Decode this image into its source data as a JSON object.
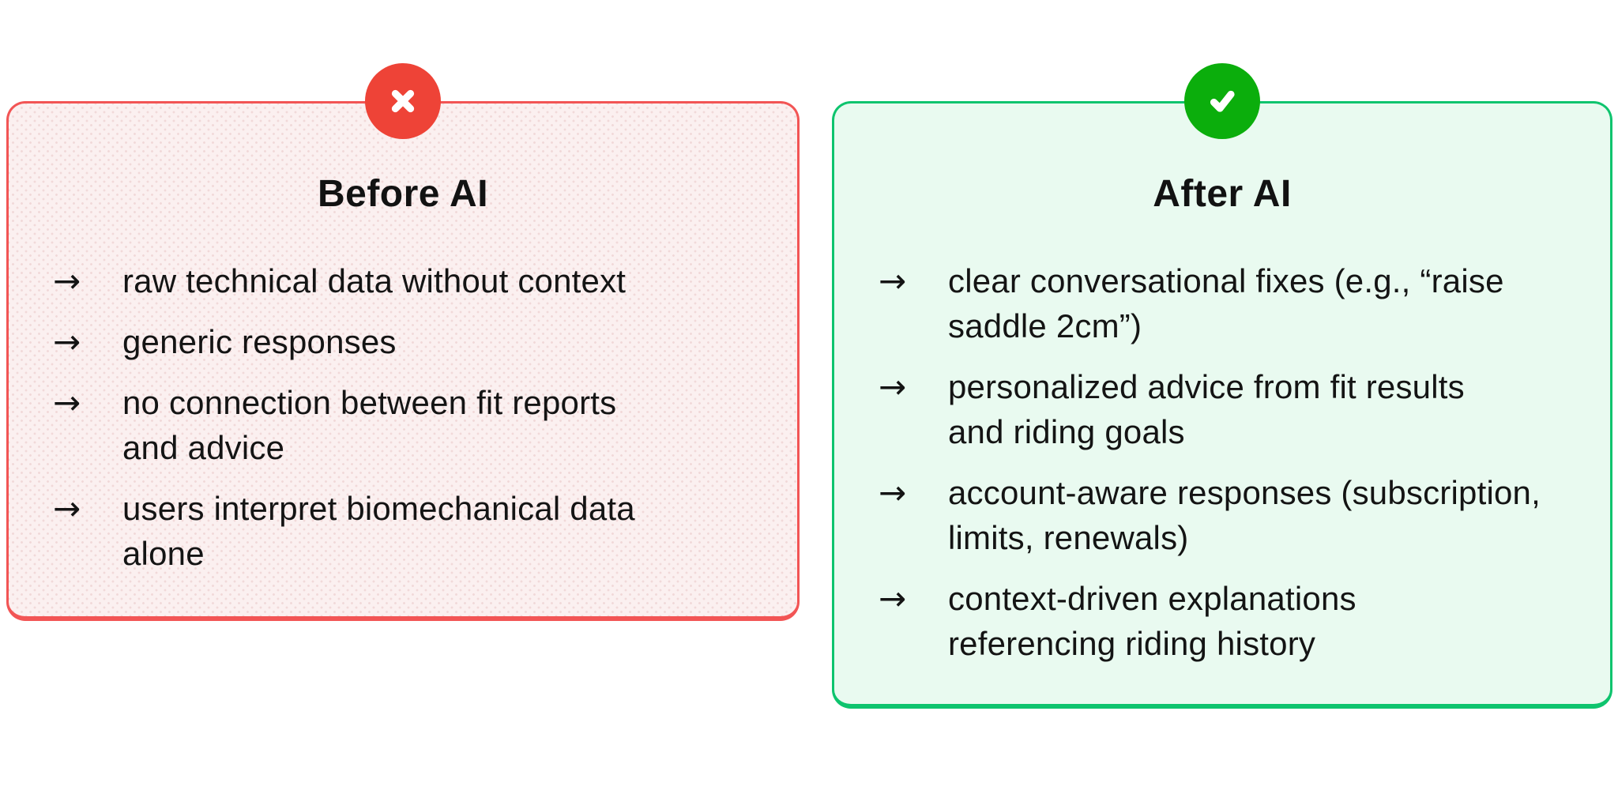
{
  "page": {
    "background_color": "#ffffff",
    "text_color": "#141414",
    "bullet_glyph": "→"
  },
  "before_card": {
    "title": "Before AI",
    "badge_icon": "cross-icon",
    "badge_color": "#EE4337",
    "border_color": "#F25555",
    "background_color": "#FBF0F0",
    "dot_color": "#F1D9D9",
    "items": [
      "raw technical data without context",
      "generic responses",
      "no connection between fit reports\nand advice",
      "users interpret biomechanical data\nalone"
    ]
  },
  "after_card": {
    "title": "After AI",
    "badge_icon": "check-icon",
    "badge_color": "#0BAE0C",
    "border_color": "#0EC46E",
    "background_color": "#E9FAF0",
    "dot_color": "transparent",
    "items": [
      "clear conversational fixes (e.g., “raise\nsaddle 2cm”)",
      "personalized advice from fit results\nand riding goals",
      "account-aware responses (subscription,\nlimits, renewals)",
      "context-driven explanations\nreferencing riding history"
    ]
  }
}
